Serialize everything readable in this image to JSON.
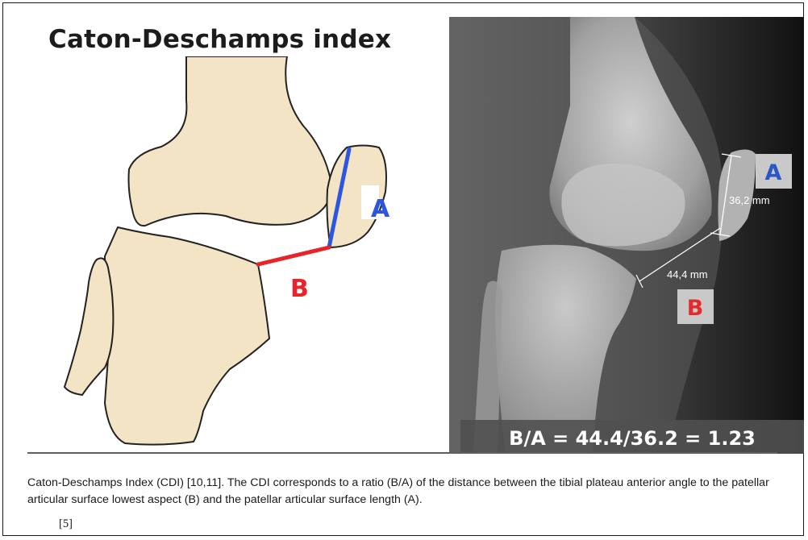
{
  "title": "Caton-Deschamps index",
  "diagram": {
    "label_a": "A",
    "label_b": "B",
    "color_a": "#2c55e0",
    "color_b": "#e8232a",
    "bone_fill": "#f2e4c4"
  },
  "xray": {
    "box_a": "A",
    "box_b": "B",
    "measure_a": "36,2 mm",
    "measure_b": "44,4 mm",
    "formula": "B/A = 44.4/36.2 = 1.23",
    "box_a_color": "#2b56c8",
    "box_b_color": "#e42b2b"
  },
  "caption": "Caton-Deschamps Index (CDI) [10,11]. The CDI corresponds to a ratio (B/A) of the distance between the tibial plateau anterior angle to the patellar articular surface lowest aspect (B) and the patellar articular surface length (A).",
  "reference": "[5]"
}
